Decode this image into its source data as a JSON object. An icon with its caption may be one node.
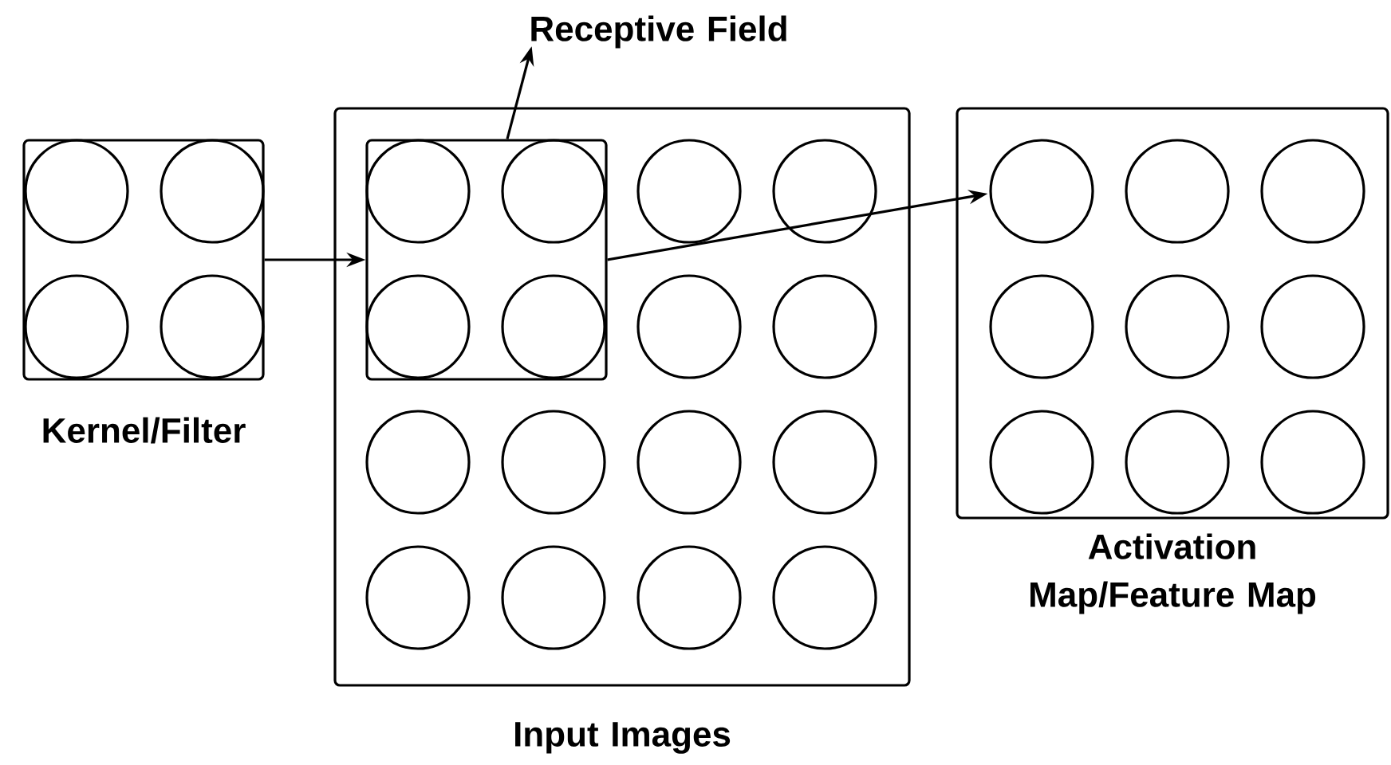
{
  "diagram": {
    "nodes": [
      {
        "text": [
          "Kernel/Filter"
        ]
      },
      {
        "text": [
          "Input Images"
        ]
      },
      {
        "text": [],
        "shape": "box",
        "in": 1
      },
      {
        "text": [
          "Receptive Field"
        ]
      },
      {
        "text": [
          "Activation Map/Feature Map"
        ]
      }
    ],
    "edges": [
      {
        "from": 0,
        "to": 2,
        "arrow": "to"
      },
      {
        "from": 2,
        "to": 3,
        "arrow": "to"
      },
      {
        "from": 2,
        "to": 4,
        "arrow": "to"
      }
    ]
  }
}
